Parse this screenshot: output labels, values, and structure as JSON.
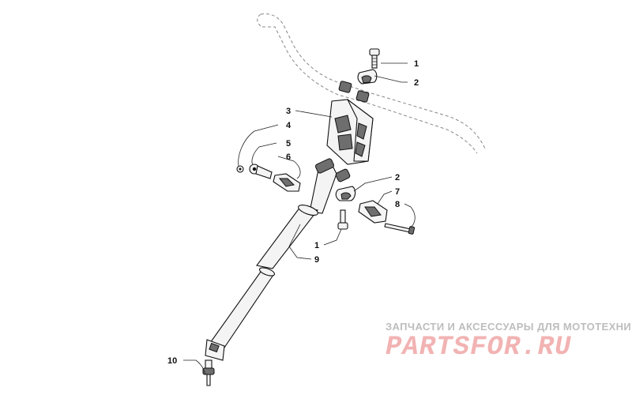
{
  "callouts": [
    "1",
    "2",
    "3",
    "4",
    "5",
    "6",
    "2",
    "7",
    "8",
    "1",
    "9",
    "10"
  ],
  "watermark": {
    "tagline": "ЗАПЧАСТИ И АКСЕССУАРЫ ДЛЯ МОТОТЕХНИКИ",
    "logo": "PARTSFOR.RU"
  },
  "icons": [
    "bolt-icon",
    "clamp-icon",
    "handlebar-outline",
    "steering-post",
    "tie-rod-end",
    "bearing-icon"
  ]
}
